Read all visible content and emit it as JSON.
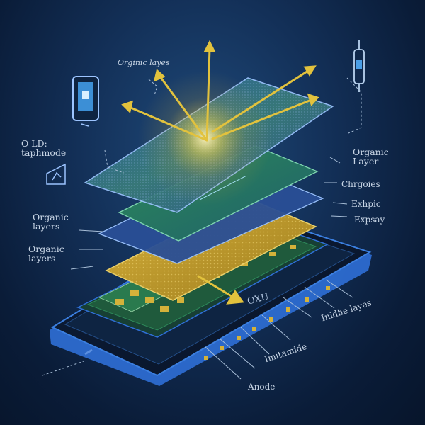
{
  "labels": {
    "organic_layers_top": "Orginic layes",
    "oled_caption": "O LD:\ntaphmode",
    "organic_layers_left_1": "Organic\nlayers",
    "organic_layers_left_2": "Organic\nlayers",
    "organic_layer_right": "Organic\nLayer",
    "chrgoies": "Chrgoies",
    "exhpic": "Exhpic",
    "expsay": "Expsay",
    "inside_layers": "Inidhe layes",
    "imitamide": "Imitamide",
    "anode": "Anode",
    "oxu_marking": "OXU"
  },
  "colors": {
    "background": "#0b1f3d",
    "glow": "#f3d24a",
    "arrow": "#e2c23d",
    "frame": "#2f6fd6",
    "layer_blue": "#2d5aa6",
    "layer_green": "#2e7a4c",
    "layer_gold": "#c9a22a",
    "pcb_green": "#1f5a3c",
    "label_text": "#c9d6e6"
  },
  "icons": [
    "phone-icon",
    "wrench-icon",
    "electrode-icon",
    "light-arrow-icon"
  ]
}
